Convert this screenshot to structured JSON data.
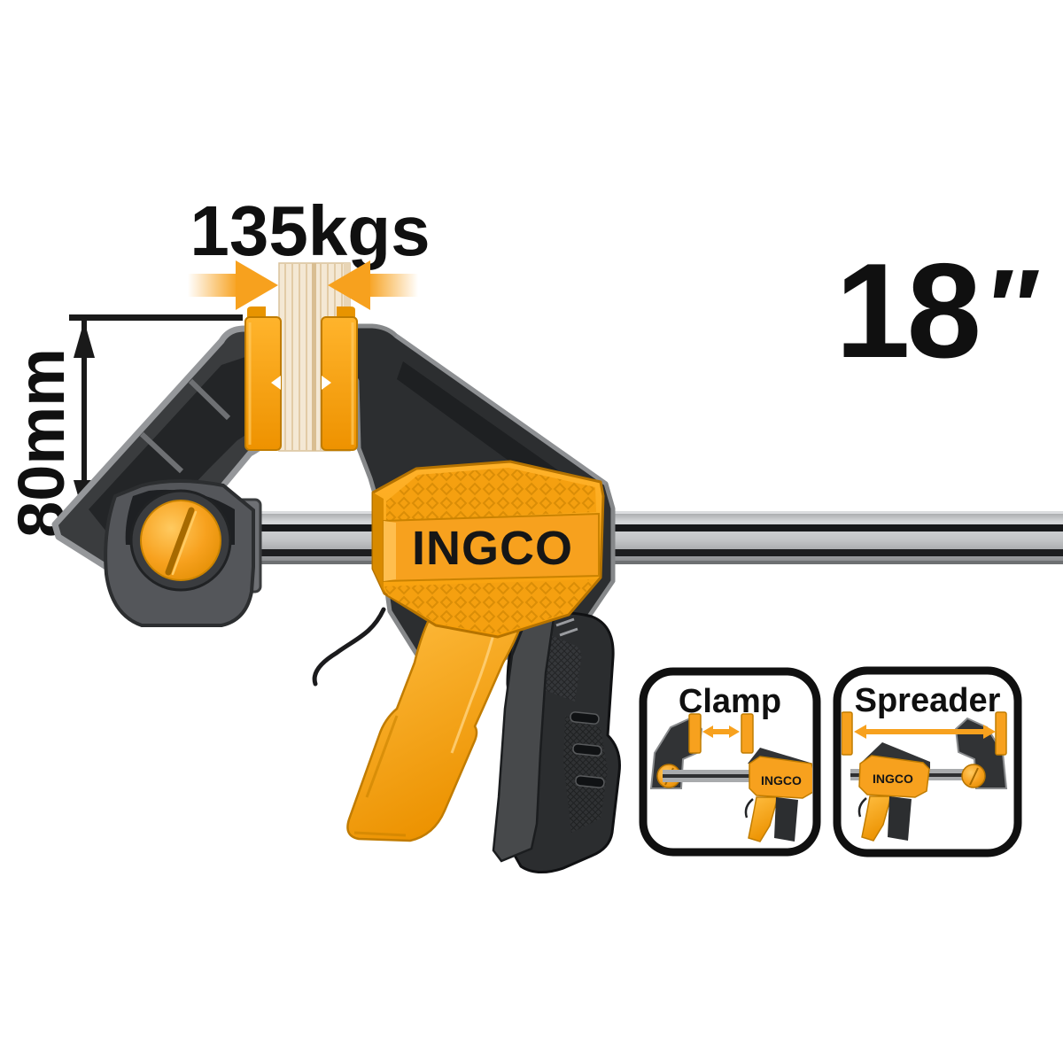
{
  "annotations": {
    "clamping_force": "135kgs",
    "jaw_depth": "80mm",
    "size_value": "18",
    "size_unit": "″"
  },
  "brand": {
    "name": "INGCO"
  },
  "insets": {
    "clamp": {
      "label": "Clamp",
      "brand": "INGCO"
    },
    "spreader": {
      "label": "Spreader",
      "brand": "INGCO"
    }
  },
  "colors": {
    "accent_orange": "#F7A11E",
    "orange_deep": "#EE9200",
    "orange_shadow": "#C07C00",
    "body_dark": "#313335",
    "body_panel": "#232527",
    "edge_gray": "#95979A",
    "steel_light": "#C7C9CB",
    "steel_mid": "#9B9DA0",
    "groove_dark": "#17181A",
    "wood_light": "#F4E8D4",
    "wood_grain": "#E2CBA6",
    "ink_black": "#1A1A1A",
    "background": "#FFFFFF"
  }
}
